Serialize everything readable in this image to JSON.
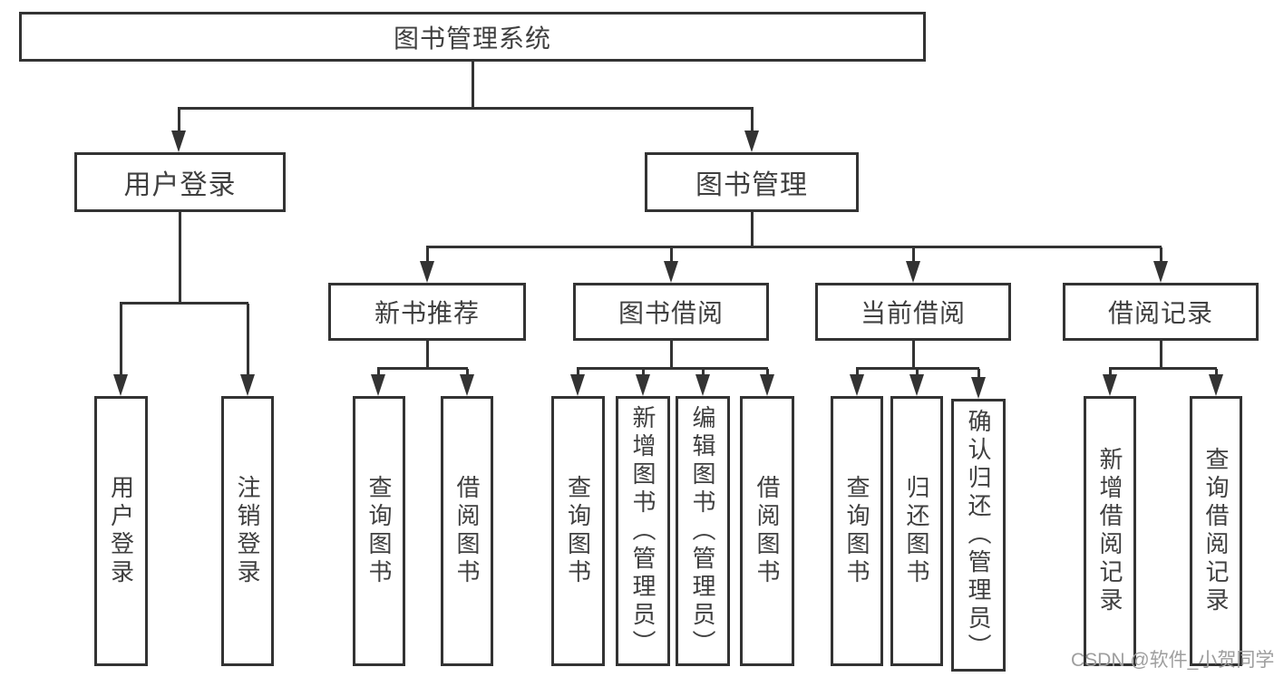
{
  "colors": {
    "line": "#333333",
    "box_border": "#333333",
    "text": "#3f3f3f",
    "watermark_text_color": "#9e9e9e",
    "background": "#ffffff"
  },
  "watermark": {
    "text": "CSDN @软件_小贺同学"
  },
  "tree": {
    "root_label": "图书管理系统",
    "branches": [
      {
        "label": "用户登录",
        "leaves": [
          "用户登录",
          "注销登录"
        ]
      },
      {
        "label": "图书管理",
        "groups": [
          {
            "label": "新书推荐",
            "leaves": [
              "查询图书",
              "借阅图书"
            ]
          },
          {
            "label": "图书借阅",
            "leaves": [
              "查询图书",
              "新增图书（管理员）",
              "编辑图书（管理员）",
              "借阅图书"
            ]
          },
          {
            "label": "当前借阅",
            "leaves": [
              "查询图书",
              "归还图书",
              "确认归还（管理员）"
            ]
          },
          {
            "label": "借阅记录",
            "leaves": [
              "新增借阅记录",
              "查询借阅记录"
            ]
          }
        ]
      }
    ]
  }
}
